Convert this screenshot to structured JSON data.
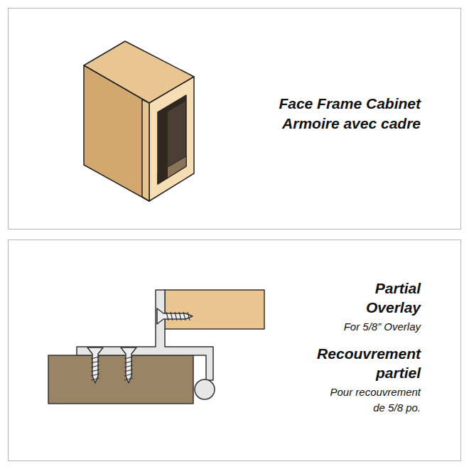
{
  "diagram": {
    "labels": [
      "Face Frame Cabinet",
      "Armoire avec cadre",
      "Partial Overlay",
      "For 5/8” Overlay",
      "Recouvrement partiel",
      "Pour recouvrement de 5/8 po."
    ]
  }
}
